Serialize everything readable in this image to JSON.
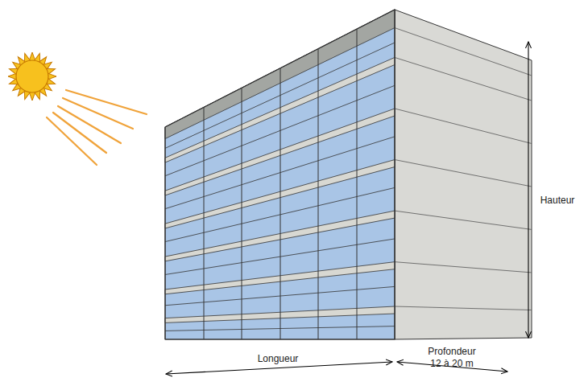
{
  "diagram": {
    "labels": [
      "Hauteur",
      "Longueur",
      "Profondeur",
      "12 à 20 m"
    ]
  }
}
